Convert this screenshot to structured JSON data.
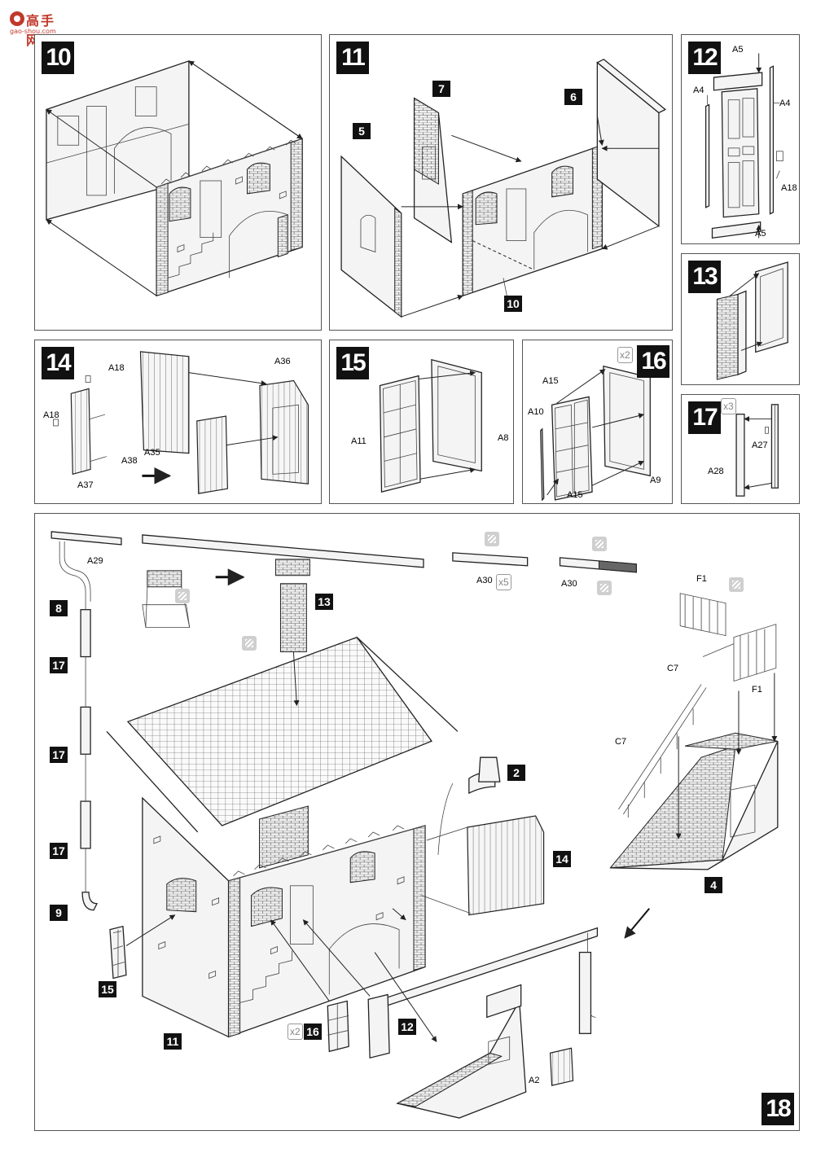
{
  "watermark": {
    "text": "高手网",
    "url": "gao-shou.com"
  },
  "steps": {
    "s10": "10",
    "s11": "11",
    "s12": "12",
    "s13": "13",
    "s14": "14",
    "s15": "15",
    "s16": "16",
    "s17": "17",
    "s18": "18"
  },
  "step11": {
    "ref5": "5",
    "ref6": "6",
    "ref7": "7",
    "ref10": "10"
  },
  "step12": {
    "a5_top": "A5",
    "a4_left": "A4",
    "a4_right": "A4",
    "a18": "A18",
    "a5_bottom": "A5"
  },
  "step14": {
    "a18_top": "A18",
    "a18_left": "A18",
    "a38": "A38",
    "a37": "A37",
    "a35": "A35",
    "a36": "A36"
  },
  "step15": {
    "a11": "A11",
    "a8": "A8"
  },
  "step16": {
    "multiplier": "x2",
    "a15_top": "A15",
    "a10": "A10",
    "a9": "A9",
    "a15_bottom": "A15"
  },
  "step17": {
    "multiplier": "x3",
    "a27": "A27",
    "a28": "A28"
  },
  "step18": {
    "a29": "A29",
    "a30_a": "A30",
    "a30_mult": "x5",
    "a30_b": "A30",
    "f1_top": "F1",
    "f1_right": "F1",
    "c7_top": "C7",
    "c7_left": "C7",
    "a2": "A2",
    "ref8": "8",
    "ref17a": "17",
    "ref17b": "17",
    "ref17c": "17",
    "ref9": "9",
    "ref13": "13",
    "ref2": "2",
    "ref14": "14",
    "ref4": "4",
    "ref15": "15",
    "ref11": "11",
    "ref16_mult": "x2",
    "ref16": "16",
    "ref12": "12"
  },
  "icons": [
    "glue-icon",
    "watermark-logo-icon"
  ]
}
